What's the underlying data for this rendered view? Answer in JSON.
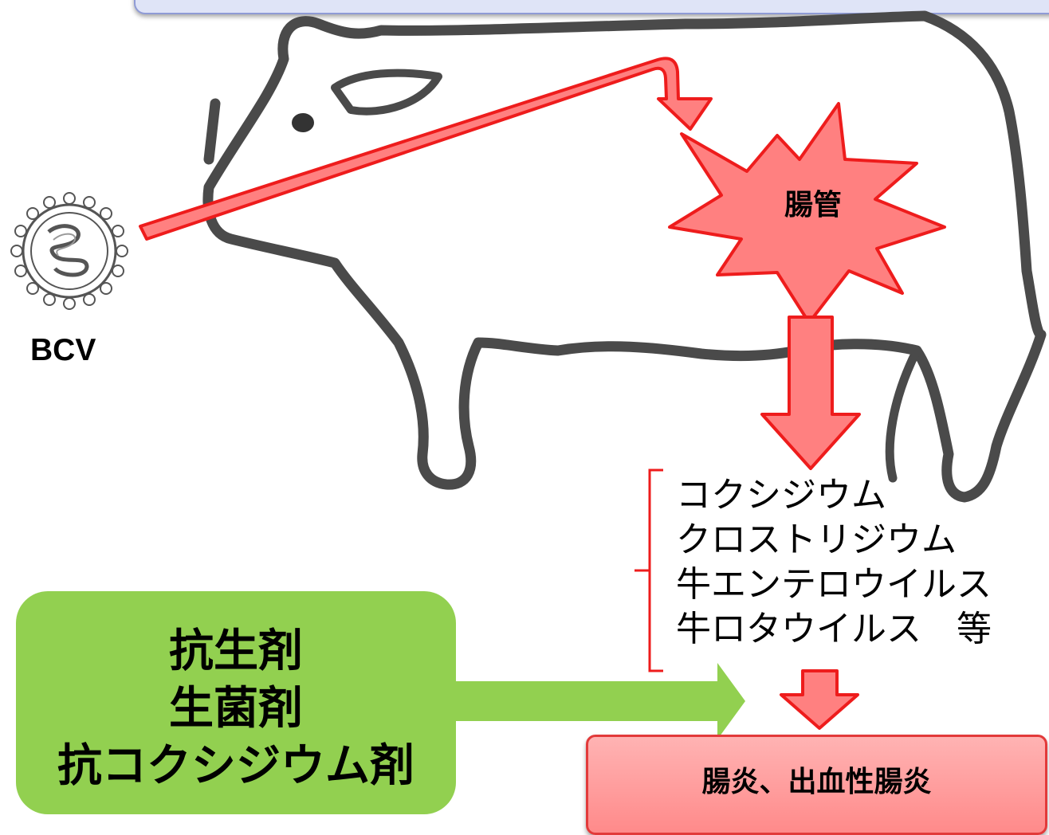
{
  "labels": {
    "virus": "BCV",
    "organ": "腸管",
    "outcome": "腸炎、出血性腸炎"
  },
  "pathogens": [
    "コクシジウム",
    "クロストリジウム",
    "牛エンテロウイルス",
    "牛ロタウイルス　等"
  ],
  "treatments": [
    "抗生剤",
    "生菌剤",
    "抗コクシジウム剤"
  ],
  "colors": {
    "arrow_red_fill": "#ff8080",
    "arrow_red_stroke": "#ee1c1c",
    "treatment_green": "#92d050",
    "cow_outline": "#4a4a4a",
    "banner": "#dfe4f7"
  },
  "icons": [
    "cow-outline",
    "virus-icon",
    "burst-shape"
  ]
}
